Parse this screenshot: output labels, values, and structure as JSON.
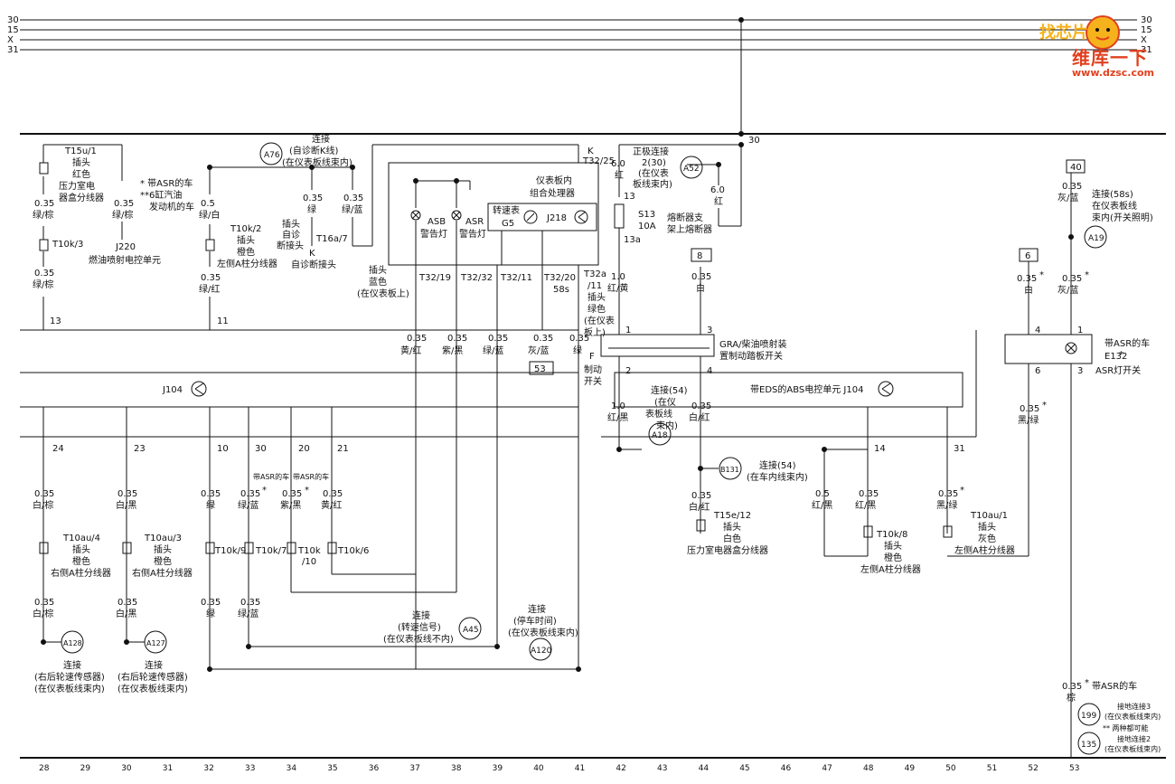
{
  "rails": [
    {
      "id": "r30",
      "label": "30"
    },
    {
      "id": "r15",
      "label": "15"
    },
    {
      "id": "rX",
      "label": "X"
    },
    {
      "id": "r31",
      "label": "31"
    }
  ],
  "main_bus_label": "30",
  "watermark": {
    "title": "维库一下",
    "url": "www.dzsc.com",
    "brand": "找芯片"
  },
  "track_numbers": [
    "28",
    "29",
    "30",
    "31",
    "32",
    "33",
    "34",
    "35",
    "36",
    "37",
    "38",
    "39",
    "40",
    "41",
    "42",
    "43",
    "44",
    "45",
    "46",
    "47",
    "48",
    "49",
    "50",
    "51",
    "52",
    "53"
  ],
  "top_section": {
    "t15u": {
      "code": "T15u/1",
      "l1": "插头",
      "l2": "红色",
      "l3": "压力室电",
      "l4": "器盒分线器"
    },
    "asr_note": {
      "l1": "* 带ASR的车",
      "l2": "**6缸汽油",
      "l3": "发动机的车"
    },
    "j220": {
      "l1": "J220",
      "l2": "燃油喷射电控单元"
    },
    "w_gb_top": {
      "size": "0.35",
      "color": "绿/棕"
    },
    "w_gb_bot": {
      "size": "0.35",
      "color": "绿/棕"
    },
    "w_gb_j220": {
      "size": "0.35",
      "color": "绿/棕"
    },
    "t10k3": "T10k/3",
    "pin13": "13",
    "w_gw": {
      "size": "0.5",
      "color": "绿/白"
    },
    "t10k2": {
      "code": "T10k/2",
      "l1": "插头",
      "l2": "橙色",
      "l3": "左侧A柱分线器"
    },
    "w_gr": {
      "size": "0.35",
      "color": "绿/红"
    },
    "pin11": "11",
    "a76": {
      "id": "A76",
      "l1": "连接",
      "l2": "(自诊断K线)",
      "l3": "(在仪表板线束内)"
    },
    "w_g": {
      "size": "0.35",
      "color": "绿"
    },
    "diag_plug": {
      "l1": "插头",
      "l2": "自诊",
      "l3": "断接头",
      "code": "T16a/7",
      "k": "K",
      "name": "自诊断接头"
    },
    "w_gbl": {
      "size": "0.35",
      "color": "绿/蓝"
    },
    "t32_25": {
      "k": "K",
      "code": "T32/25"
    },
    "cluster": {
      "l1": "仪表板内",
      "l2": "组合处理器",
      "j218": "J218",
      "asb": "ASB",
      "asb2": "警告灯",
      "asr": "ASR",
      "asr2": "警告灯",
      "speedo": "转速表",
      "g5": "G5"
    },
    "plug_blue": {
      "l1": "插头",
      "l2": "蓝色",
      "l3": "(在仪表板上)"
    },
    "pins": [
      {
        "code": "T32/19",
        "size": "0.35",
        "color": "黄/红"
      },
      {
        "code": "T32/32",
        "size": "0.35",
        "color": "紫/黑"
      },
      {
        "code": "T32/11",
        "size": "0.35",
        "color": "绿/蓝"
      },
      {
        "code": "T32/20",
        "sub": "58s",
        "size": "0.35",
        "color": "灰/蓝",
        "box": "53"
      },
      {
        "code": "T32a",
        "sub": "/11",
        "l1": "插头",
        "l2": "绿色",
        "l3": "(在仪表",
        "l4": "板上)",
        "size": "0.35",
        "color": "绿",
        "f": "F"
      }
    ],
    "pos_conn": {
      "l1": "正极连接",
      "l2": "2(30)",
      "l3": "(在仪表",
      "l4": "板线束内)",
      "id": "A52",
      "w_size": "6.0",
      "w_color": "红",
      "w2_size": "6.0",
      "w2_color": "红"
    },
    "fuse": {
      "pin13": "13",
      "name": "S13",
      "rating": "10A",
      "l1": "熔断器支",
      "l2": "架上熔断器",
      "pin13a": "13a"
    },
    "w_ry": {
      "size": "1.0",
      "color": "红/黄"
    },
    "box8": "8",
    "w_white8": {
      "size": "0.35",
      "color": "白"
    },
    "gra": {
      "l1": "GRA/柴油喷射装",
      "l2": "置制动踏板开关",
      "p1": "1",
      "p2": "2",
      "p3": "3",
      "p4": "4"
    },
    "brake": {
      "l1": "制动",
      "l2": "开关"
    },
    "box40": "40",
    "w_gray_blue_top": {
      "size": "0.35",
      "color": "灰/蓝"
    },
    "conn58": {
      "l1": "连接(58s)",
      "l2": "在仪表板线",
      "l3": "束内(开关照明)",
      "id": "A19"
    },
    "box6": "6",
    "w_white6": {
      "size": "0.35",
      "star": "*",
      "color": "白"
    },
    "w_gray_blue": {
      "size": "0.35",
      "star": "*",
      "color": "灰/蓝"
    },
    "e132": {
      "l1": "带ASR的车",
      "star": "*",
      "code": "E132",
      "l2": "ASR灯开关",
      "p1": "1",
      "p3": "3",
      "p4": "4",
      "p6": "6"
    }
  },
  "middle": {
    "j104_left": "J104",
    "abs_label": "带EDS的ABS电控单元 J104",
    "pins": [
      "24",
      "23",
      "10",
      "30",
      "20",
      "21",
      "14",
      "31"
    ]
  },
  "bottom": {
    "w_wb": {
      "size": "0.35",
      "color": "白/棕"
    },
    "t10au4": {
      "code": "T10au/4",
      "l1": "插头",
      "l2": "橙色",
      "l3": "右侧A柱分线器"
    },
    "w_wb2": {
      "size": "0.35",
      "color": "白/棕"
    },
    "a128": {
      "id": "A128",
      "l1": "连接",
      "l2": "(右后轮速传感器)",
      "l3": "(在仪表板线束内)"
    },
    "w_wblk": {
      "size": "0.35",
      "color": "白/黑"
    },
    "t10au3": {
      "code": "T10au/3",
      "l1": "插头",
      "l2": "橙色",
      "l3": "右侧A柱分线器"
    },
    "w_wblk2": {
      "size": "0.35",
      "color": "白/黑"
    },
    "a127": {
      "id": "A127",
      "l1": "连接",
      "l2": "(右后轮速传感器)",
      "l3": "(在仪表板线束内)"
    },
    "w_g10": {
      "size": "0.35",
      "color": "绿"
    },
    "w_g10b": {
      "size": "0.35",
      "color": "绿"
    },
    "t10k9": "T10k/9",
    "asr1": "带ASR的车",
    "asr2": "带ASR的车",
    "w_gbl30": {
      "size": "0.35",
      "star": "*",
      "color": "绿/蓝"
    },
    "w_gbl30b": {
      "size": "0.35",
      "color": "绿/蓝"
    },
    "t10k7": "T10k/7",
    "w_pb": {
      "size": "0.35",
      "star": "*",
      "color": "紫/黑"
    },
    "t10k10": {
      "l1": "T10k",
      "l2": "/10"
    },
    "w_yr": {
      "size": "0.35",
      "color": "黄/红"
    },
    "t10k6": "T10k/6",
    "a45": {
      "id": "A45",
      "l1": "连接",
      "l2": "(转速信号)",
      "l3": "(在仪表板线不内)"
    },
    "a120": {
      "id": "A120",
      "l1": "连接",
      "l2": "(停车时间)",
      "l3": "(在仪表板线束内)"
    },
    "w_rb": {
      "size": "1.0",
      "color": "红/黑"
    },
    "a18": {
      "id": "A18",
      "l1": "连接(54)",
      "l2": "(在仪",
      "l3": "表板线",
      "l4": "束内)"
    },
    "w_wr": {
      "size": "0.35",
      "color": "白/红"
    },
    "b131": {
      "id": "B131",
      "l1": "连接(54)",
      "l2": "(在车内线束内)"
    },
    "w_wr2": {
      "size": "0.35",
      "color": "白/红"
    },
    "t15e": {
      "code": "T15e/12",
      "l1": "插头",
      "l2": "白色",
      "l3": "压力室电器盒分线器"
    },
    "w_rblk": {
      "size": "0.5",
      "color": "红/黑"
    },
    "w_rblk2": {
      "size": "0.35",
      "color": "红/黑"
    },
    "t10k8": {
      "code": "T10k/8",
      "l1": "插头",
      "l2": "橙色",
      "l3": "左侧A柱分线器"
    },
    "w_bg": {
      "size": "0.35",
      "star": "*",
      "color": "黑/绿"
    },
    "w_bg2": {
      "size": "0.35",
      "star": "*",
      "color": "黑/绿"
    },
    "t10au1": {
      "code": "T10au/1",
      "l1": "插头",
      "l2": "灰色",
      "l3": "左侧A柱分线器"
    },
    "w_brown": {
      "size": "0.35",
      "star": "*",
      "extra": "带ASR的车",
      "color": "棕"
    },
    "g199": {
      "id": "199",
      "l1": "接地连接3",
      "l2": "(在仪表板线束内)"
    },
    "both": "** 两种都可能",
    "g135": {
      "id": "135",
      "l1": "接地连接2",
      "l2": "(在仪表板线束内)"
    }
  }
}
